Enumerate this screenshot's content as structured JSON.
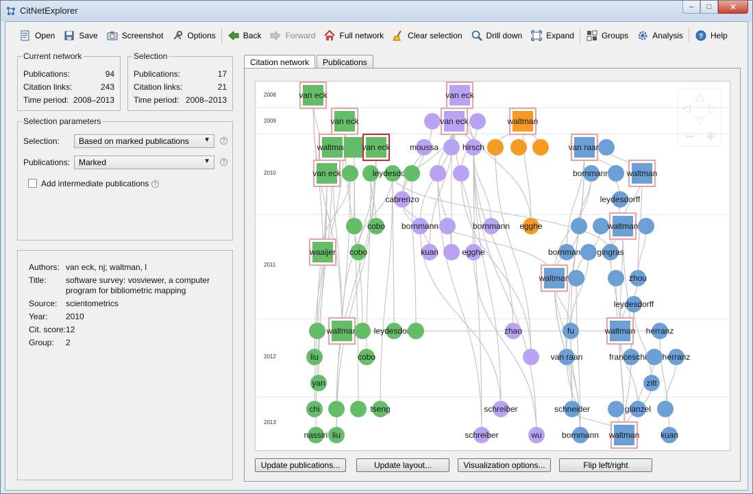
{
  "window": {
    "title": "CitNetExplorer",
    "minimize": "–",
    "maximize": "□",
    "close": "✕"
  },
  "toolbar": {
    "open": "Open",
    "save": "Save",
    "screenshot": "Screenshot",
    "options": "Options",
    "back": "Back",
    "forward": "Forward",
    "full_network": "Full network",
    "clear_selection": "Clear selection",
    "drill_down": "Drill down",
    "expand": "Expand",
    "groups": "Groups",
    "analysis": "Analysis",
    "help": "Help"
  },
  "current_network": {
    "title": "Current network",
    "publications_label": "Publications:",
    "publications": "94",
    "citation_links_label": "Citation links:",
    "citation_links": "243",
    "time_period_label": "Time period:",
    "time_period": "2008–2013"
  },
  "selection": {
    "title": "Selection",
    "publications_label": "Publications:",
    "publications": "17",
    "citation_links_label": "Citation links:",
    "citation_links": "21",
    "time_period_label": "Time period:",
    "time_period": "2008–2013"
  },
  "selection_parameters": {
    "title": "Selection parameters",
    "selection_label": "Selection:",
    "selection_value": "Based on marked publications",
    "publications_label": "Publications:",
    "publications_value": "Marked",
    "add_intermediate": "Add intermediate publications",
    "add_intermediate_checked": false,
    "help": "?"
  },
  "details": {
    "authors_label": "Authors:",
    "authors": "van eck, nj; waltman, l",
    "title_label": "Title:",
    "title_line1": "software survey: vosviewer, a computer",
    "title_line2": "program for bibliometric mapping",
    "source_label": "Source:",
    "source": "scientometrics",
    "year_label": "Year:",
    "year": "2010",
    "cit_score_label": "Cit. score:",
    "cit_score": "12",
    "group_label": "Group:",
    "group": "2"
  },
  "tabs": {
    "citation_network": "Citation network",
    "publications": "Publications"
  },
  "buttons": {
    "update_publications": "Update publications...",
    "update_layout": "Update layout...",
    "visualization_options": "Visualization options...",
    "flip": "Flip left/right"
  },
  "colors": {
    "green": "#65bd6a",
    "purple": "#b9a3f2",
    "orange": "#f59a23",
    "blue": "#6b9fd6",
    "marked_border": "#f0a0a0",
    "selected_border": "#d9262b",
    "edge": "#c2c2c2"
  },
  "network": {
    "years": [
      {
        "label": "2008"
      },
      {
        "label": "2009"
      },
      {
        "label": "2010"
      },
      {
        "label": "2011"
      },
      {
        "label": "2012"
      },
      {
        "label": "2013"
      }
    ],
    "nodes": [
      {
        "id": "n1",
        "label": "van eck",
        "g": "green",
        "m": true
      },
      {
        "id": "n2",
        "label": "van eck",
        "g": "purple",
        "m": true
      },
      {
        "id": "n3",
        "label": "van eck",
        "g": "green",
        "m": true
      },
      {
        "id": "n4",
        "label": "",
        "g": "purple"
      },
      {
        "id": "n5",
        "label": "van eck",
        "g": "purple",
        "m": true
      },
      {
        "id": "n6",
        "label": "",
        "g": "purple"
      },
      {
        "id": "n7",
        "label": "waltman",
        "g": "orange",
        "m": true
      },
      {
        "id": "n8",
        "label": "waltman",
        "g": "green",
        "m": true
      },
      {
        "id": "n9",
        "label": "",
        "g": "green",
        "sq": true
      },
      {
        "id": "n10",
        "label": "van eck",
        "g": "green",
        "m": true,
        "sel": true
      },
      {
        "id": "n11",
        "label": "moussa",
        "g": "purple"
      },
      {
        "id": "n12",
        "label": "",
        "g": "purple"
      },
      {
        "id": "n13",
        "label": "hirsch",
        "g": "purple"
      },
      {
        "id": "n14",
        "label": "",
        "g": "orange"
      },
      {
        "id": "n15",
        "label": "",
        "g": "orange"
      },
      {
        "id": "n16",
        "label": "",
        "g": "orange"
      },
      {
        "id": "n17",
        "label": "van raan",
        "g": "blue",
        "m": true
      },
      {
        "id": "n18",
        "label": "",
        "g": "blue"
      },
      {
        "id": "n19",
        "label": "van eck",
        "g": "green",
        "m": true
      },
      {
        "id": "n20",
        "label": "",
        "g": "green"
      },
      {
        "id": "n21",
        "label": "",
        "g": "green"
      },
      {
        "id": "n22",
        "label": "leydesdorff",
        "g": "green"
      },
      {
        "id": "n23",
        "label": "",
        "g": "green"
      },
      {
        "id": "n24",
        "label": "",
        "g": "purple"
      },
      {
        "id": "n25",
        "label": "",
        "g": "purple"
      },
      {
        "id": "n26",
        "label": "bornmann",
        "g": "blue"
      },
      {
        "id": "n27",
        "label": "",
        "g": "blue"
      },
      {
        "id": "n28",
        "label": "waltman",
        "g": "blue",
        "m": true
      },
      {
        "id": "n29",
        "label": "cabrerizo",
        "g": "purple"
      },
      {
        "id": "n30",
        "label": "leydesdorff",
        "g": "blue"
      },
      {
        "id": "n31",
        "label": "",
        "g": "green"
      },
      {
        "id": "n32",
        "label": "cobo",
        "g": "green"
      },
      {
        "id": "n33",
        "label": "bornmann",
        "g": "purple"
      },
      {
        "id": "n34",
        "label": "",
        "g": "purple"
      },
      {
        "id": "n35",
        "label": "bornmann",
        "g": "purple"
      },
      {
        "id": "n36",
        "label": "egghe",
        "g": "orange"
      },
      {
        "id": "n37",
        "label": "",
        "g": "blue"
      },
      {
        "id": "n38",
        "label": "",
        "g": "blue"
      },
      {
        "id": "n39",
        "label": "waltman",
        "g": "blue",
        "m": true
      },
      {
        "id": "n40",
        "label": "",
        "g": "blue"
      },
      {
        "id": "n41",
        "label": "waaijer",
        "g": "green",
        "m": true
      },
      {
        "id": "n42",
        "label": "cobo",
        "g": "green"
      },
      {
        "id": "n43",
        "label": "kuan",
        "g": "purple"
      },
      {
        "id": "n44",
        "label": "",
        "g": "purple"
      },
      {
        "id": "n45",
        "label": "egghe",
        "g": "purple"
      },
      {
        "id": "n46",
        "label": "bornmann",
        "g": "blue"
      },
      {
        "id": "n47",
        "label": "",
        "g": "blue"
      },
      {
        "id": "n48",
        "label": "gingras",
        "g": "blue"
      },
      {
        "id": "n49",
        "label": "waltman",
        "g": "blue",
        "m": true
      },
      {
        "id": "n50",
        "label": "",
        "g": "blue"
      },
      {
        "id": "n51",
        "label": "",
        "g": "blue"
      },
      {
        "id": "n52",
        "label": "zhou",
        "g": "blue"
      },
      {
        "id": "n53",
        "label": "leydesdorff",
        "g": "blue"
      },
      {
        "id": "n54",
        "label": "",
        "g": "green"
      },
      {
        "id": "n55",
        "label": "waltman",
        "g": "green",
        "m": true
      },
      {
        "id": "n56",
        "label": "",
        "g": "green"
      },
      {
        "id": "n57",
        "label": "leydesdorff",
        "g": "green"
      },
      {
        "id": "n58",
        "label": "",
        "g": "green"
      },
      {
        "id": "n59",
        "label": "zhao",
        "g": "purple"
      },
      {
        "id": "n60",
        "label": "fu",
        "g": "blue"
      },
      {
        "id": "n61",
        "label": "waltman",
        "g": "blue",
        "m": true
      },
      {
        "id": "n62",
        "label": "herranz",
        "g": "blue"
      },
      {
        "id": "n63",
        "label": "liu",
        "g": "green"
      },
      {
        "id": "n64",
        "label": "cobo",
        "g": "green"
      },
      {
        "id": "n65",
        "label": "",
        "g": "purple"
      },
      {
        "id": "n66",
        "label": "van raan",
        "g": "blue"
      },
      {
        "id": "n67",
        "label": "franceschini",
        "g": "blue"
      },
      {
        "id": "n68",
        "label": "",
        "g": "blue"
      },
      {
        "id": "n69",
        "label": "herranz",
        "g": "blue"
      },
      {
        "id": "n70",
        "label": "yan",
        "g": "green"
      },
      {
        "id": "n71",
        "label": "zitt",
        "g": "blue"
      },
      {
        "id": "n72",
        "label": "chi",
        "g": "green"
      },
      {
        "id": "n73",
        "label": "",
        "g": "green"
      },
      {
        "id": "n74",
        "label": "",
        "g": "green"
      },
      {
        "id": "n75",
        "label": "tseng",
        "g": "green"
      },
      {
        "id": "n76",
        "label": "schreiber",
        "g": "purple"
      },
      {
        "id": "n77",
        "label": "schneider",
        "g": "blue"
      },
      {
        "id": "n78",
        "label": "",
        "g": "blue"
      },
      {
        "id": "n79",
        "label": "glanzel",
        "g": "blue"
      },
      {
        "id": "n80",
        "label": "",
        "g": "blue"
      },
      {
        "id": "n81",
        "label": "nassiri",
        "g": "green"
      },
      {
        "id": "n82",
        "label": "liu",
        "g": "green"
      },
      {
        "id": "n83",
        "label": "schreiber",
        "g": "purple"
      },
      {
        "id": "n84",
        "label": "wu",
        "g": "purple"
      },
      {
        "id": "n85",
        "label": "bornmann",
        "g": "blue"
      },
      {
        "id": "n86",
        "label": "waltman",
        "g": "blue",
        "m": true
      },
      {
        "id": "n87",
        "label": "kuan",
        "g": "blue"
      }
    ]
  }
}
